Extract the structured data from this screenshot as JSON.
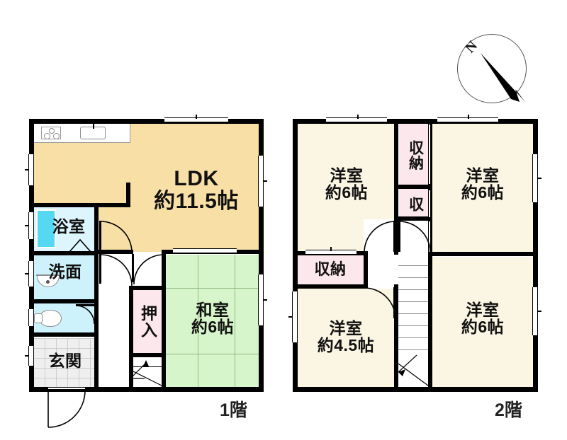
{
  "document": {
    "type": "floor-plan",
    "language": "ja",
    "background_color": "#ffffff"
  },
  "compass": {
    "name": "north-arrow",
    "letter": "N",
    "direction": "north-west",
    "rotation_deg": -48
  },
  "floors": [
    {
      "id": "floor-1",
      "caption": "1階",
      "rooms": [
        {
          "id": "ldk",
          "line1": "LDK",
          "line2": "約11.5帖",
          "color": "#f7dfa5"
        },
        {
          "id": "bathroom",
          "line1": "浴室",
          "line2": "",
          "color": "#ddf6fd"
        },
        {
          "id": "washroom",
          "line1": "洗面",
          "line2": "",
          "color": "#cdf2fb"
        },
        {
          "id": "toilet",
          "line1": "",
          "line2": "",
          "color": "#cdf2fb"
        },
        {
          "id": "entrance",
          "line1": "玄関",
          "line2": "",
          "color": "#efefef"
        },
        {
          "id": "closet-oshiire",
          "line1": "押入",
          "line2": "",
          "color": "#fce8ec"
        },
        {
          "id": "washitsu",
          "line1": "和室",
          "line2": "約6帖",
          "color": "#d7f5ca"
        }
      ]
    },
    {
      "id": "floor-2",
      "caption": "2階",
      "rooms": [
        {
          "id": "yoshitsu-nw",
          "line1": "洋室",
          "line2": "約6帖",
          "color": "#fbf5e4"
        },
        {
          "id": "yoshitsu-ne",
          "line1": "洋室",
          "line2": "約6帖",
          "color": "#fbf5e4"
        },
        {
          "id": "yoshitsu-se",
          "line1": "洋室",
          "line2": "約6帖",
          "color": "#fbf5e4"
        },
        {
          "id": "yoshitsu-sw",
          "line1": "洋室",
          "line2": "約4.5帖",
          "color": "#fbf5e4"
        },
        {
          "id": "storage-tall",
          "line1": "収納",
          "line2": "",
          "color": "#fce8ec"
        },
        {
          "id": "storage-small",
          "line1": "収",
          "line2": "",
          "color": "#fce8ec"
        },
        {
          "id": "storage-wide",
          "line1": "収納",
          "line2": "",
          "color": "#fce8ec"
        }
      ]
    }
  ],
  "labels": {
    "ldk_l1": "LDK",
    "ldk_l2": "約11.5帖",
    "bath": "浴室",
    "wash": "洗面",
    "genkan": "玄関",
    "oshiire": "押入",
    "washitsu_l1": "和室",
    "washitsu_l2": "約6帖",
    "yoshitsu": "洋室",
    "tatami6": "約6帖",
    "tatami45": "約4.5帖",
    "shuunou": "収納",
    "shuu": "収",
    "floor1": "1階",
    "floor2": "2階",
    "north": "N"
  },
  "palette": {
    "ldk": "#f7dfa5",
    "washitsu": "#d7f5ca",
    "yoshitsu": "#fbf5e4",
    "storage": "#fce8ec",
    "water": "#cdf2fb",
    "bath_tub": "#55d8f2",
    "entrance": "#efefef",
    "wall": "#000000"
  }
}
